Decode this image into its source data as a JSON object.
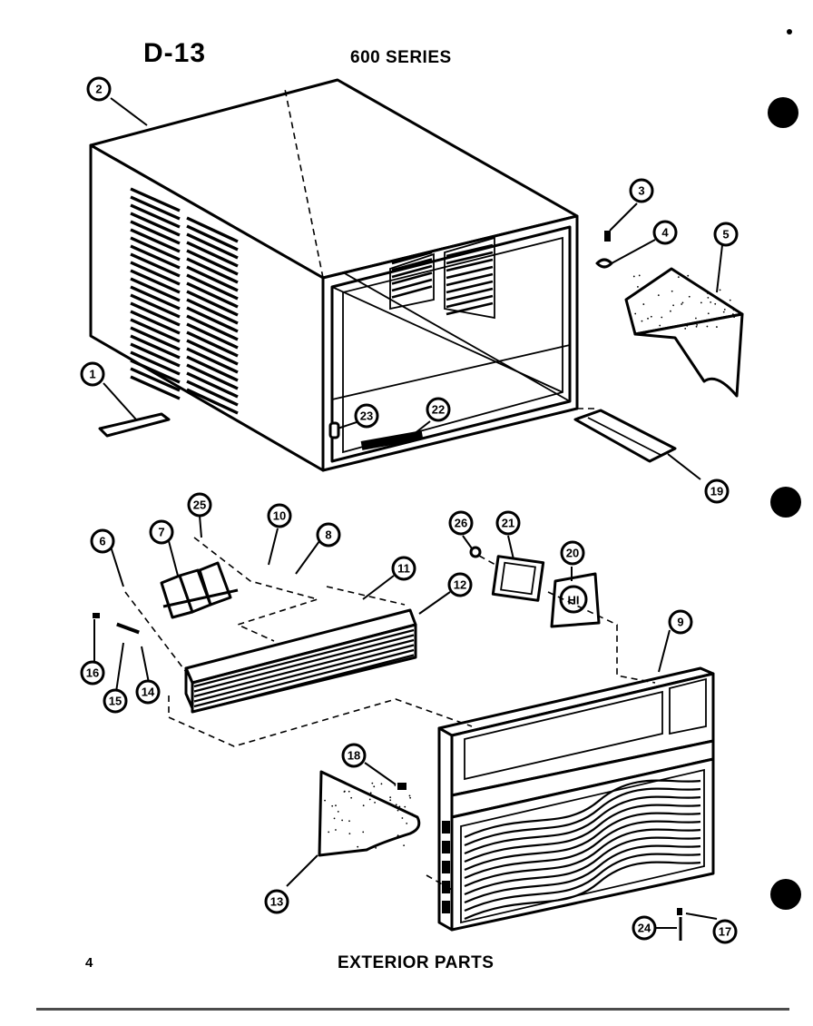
{
  "header": {
    "page_code": "D-13",
    "series": "600 SERIES"
  },
  "footer": {
    "page_number": "4",
    "caption": "EXTERIOR PARTS"
  },
  "callouts": [
    "1",
    "2",
    "3",
    "4",
    "5",
    "6",
    "7",
    "8",
    "9",
    "10",
    "11",
    "12",
    "13",
    "14",
    "15",
    "16",
    "17",
    "18",
    "19",
    "20",
    "21",
    "22",
    "23",
    "24",
    "25",
    "26"
  ],
  "badge_text": "HI",
  "colors": {
    "ink": "#000000",
    "paper": "#ffffff"
  }
}
